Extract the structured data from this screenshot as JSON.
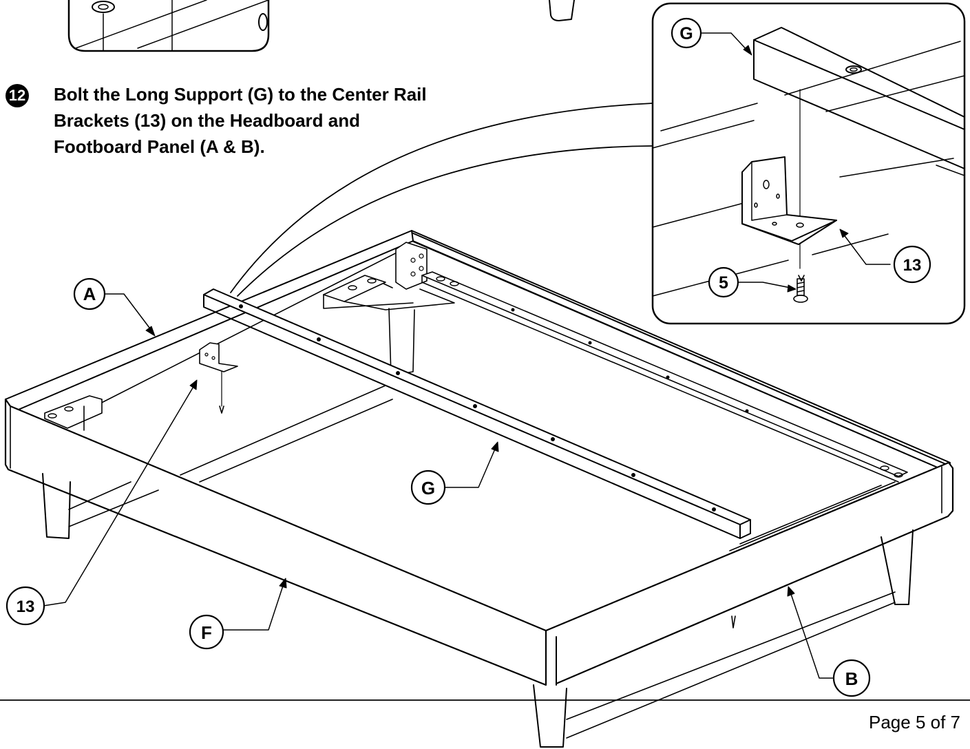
{
  "step": {
    "number": "12",
    "instruction_lines": [
      "Bolt the Long Support (G) to the Center Rail",
      "Brackets (13) on the Headboard and",
      "Footboard Panel (A & B)."
    ]
  },
  "callouts": {
    "headboard": "A",
    "footboard": "B",
    "side_rail": "F",
    "long_support": "G",
    "bracket": "13",
    "detail_long_support": "G",
    "detail_bracket": "13",
    "detail_screw": "5"
  },
  "footer": {
    "page": "Page 5 of 7"
  }
}
